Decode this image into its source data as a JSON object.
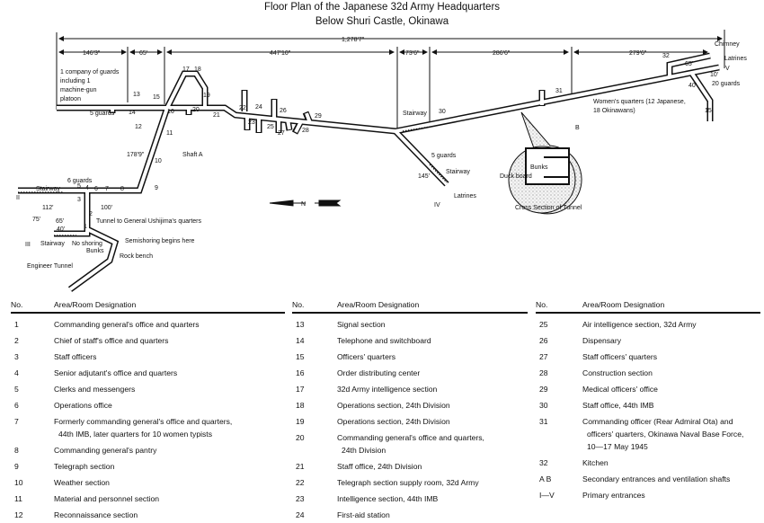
{
  "title": {
    "line1": "Floor Plan of the Japanese 32d Army Headquarters",
    "line2": "Below Shuri Castle, Okinawa"
  },
  "diagram": {
    "labels": {
      "dim_total": "1,278'7\"",
      "dim_146": "146'3\"",
      "dim_65": "65'",
      "dim_447": "447'10\"",
      "dim_73": "73'6\"",
      "dim_286": "286'6\"",
      "dim_279": "279'6\"",
      "guards_company_1": "1 company of guards",
      "guards_company_2": "including 1",
      "guards_company_3": "machine-gun",
      "guards_company_4": "platoon",
      "guards5a": "5 guards",
      "shaft_a": "Shaft A",
      "dim_178": "178'9\"",
      "guards6": "6 guards",
      "stairway1": "Stairway",
      "stairway2": "Stairway",
      "stairway3": "Stairway",
      "stairway4": "Stairway",
      "dim_112": "112'",
      "dim_100": "100'",
      "dim_75": "75'",
      "dim_65b": "65'",
      "dim_40": "40'",
      "tunnel_gen": "Tunnel to General Ushijima's quarters",
      "no_shoring": "No shoring",
      "semishoring": "Semishoring begins here",
      "bunks": "Bunks",
      "rock_bench": "Rock bench",
      "engineer_tunnel": "Engineer Tunnel",
      "north": "N",
      "entrance_ii": "II",
      "entrance_iii": "III",
      "entrance_iv": "IV",
      "entrance_v": "V",
      "entrance_b": "B",
      "guards5b": "5 guards",
      "dim_145": "145'",
      "latrines1": "Latrines",
      "latrines2": "Latrines",
      "chimney": "Chimney",
      "womens_1": "Women's quarters (12 Japanese,",
      "womens_2": "18 Okinawans)",
      "guards20": "20 guards",
      "dim_40b": "40'",
      "dim_15": "15'",
      "dim_10": "10'",
      "dim_65c": "65'",
      "bunks_cs": "Bunks",
      "duck_board": "Duck board",
      "cross_section": "Cross Section of Tunnel",
      "n1": "1",
      "n2": "2",
      "n3": "3",
      "n4": "4",
      "n5": "5",
      "n6": "6",
      "n7": "7",
      "n8": "8",
      "n9": "9",
      "n10": "10",
      "n11": "11",
      "n12": "12",
      "n13": "13",
      "n14": "14",
      "n15": "15",
      "n16": "16",
      "n17": "17",
      "n18": "18",
      "n19": "19",
      "n20": "20",
      "n21": "21",
      "n22": "22",
      "n23": "23",
      "n24": "24",
      "n25": "25",
      "n26": "26",
      "n27": "27",
      "n28": "28",
      "n29": "29",
      "n30": "30",
      "n31": "31",
      "n32": "32"
    }
  },
  "legend": {
    "header_no": "No.",
    "header_designation": "Area/Room Designation",
    "columns": [
      [
        {
          "no": "1",
          "text": "Commanding general's office and quarters"
        },
        {
          "no": "2",
          "text": "Chief of staff's office and quarters"
        },
        {
          "no": "3",
          "text": "Staff officers"
        },
        {
          "no": "4",
          "text": "Senior adjutant's office and quarters"
        },
        {
          "no": "5",
          "text": "Clerks and messengers"
        },
        {
          "no": "6",
          "text": "Operations office"
        },
        {
          "no": "7",
          "text": "Formerly commanding general's office and quarters,",
          "text2": "44th IMB, later quarters for 10 women typists"
        },
        {
          "no": "8",
          "text": "Commanding general's pantry"
        },
        {
          "no": "9",
          "text": "Telegraph section"
        },
        {
          "no": "10",
          "text": "Weather section"
        },
        {
          "no": "11",
          "text": "Material and personnel section"
        },
        {
          "no": "12",
          "text": "Reconnaissance section"
        }
      ],
      [
        {
          "no": "13",
          "text": "Signal section"
        },
        {
          "no": "14",
          "text": "Telephone and switchboard"
        },
        {
          "no": "15",
          "text": "Officers' quarters"
        },
        {
          "no": "16",
          "text": "Order distributing center"
        },
        {
          "no": "17",
          "text": "32d Army intelligence section"
        },
        {
          "no": "18",
          "text": "Operations section, 24th Division"
        },
        {
          "no": "19",
          "text": "Operations section, 24th Division"
        },
        {
          "no": "20",
          "text": "Commanding general's office and quarters,",
          "text2": "24th Division"
        },
        {
          "no": "21",
          "text": "Staff office, 24th Division"
        },
        {
          "no": "22",
          "text": "Telegraph section supply room, 32d Army"
        },
        {
          "no": "23",
          "text": "Intelligence section, 44th IMB"
        },
        {
          "no": "24",
          "text": "First-aid station"
        }
      ],
      [
        {
          "no": "25",
          "text": "Air intelligence section, 32d Army"
        },
        {
          "no": "26",
          "text": "Dispensary"
        },
        {
          "no": "27",
          "text": "Staff officers' quarters"
        },
        {
          "no": "28",
          "text": "Construction section"
        },
        {
          "no": "29",
          "text": "Medical officers' office"
        },
        {
          "no": "30",
          "text": "Staff office, 44th IMB"
        },
        {
          "no": "31",
          "text": "Commanding officer (Rear Admiral Ota) and",
          "text2": "officers' quarters, Okinawa Naval Base Force,",
          "text3": "10—17 May 1945"
        },
        {
          "no": "32",
          "text": "Kitchen"
        },
        {
          "no": "A  B",
          "text": "Secondary entrances and ventilation shafts"
        },
        {
          "no": "I—V",
          "text": "Primary entrances"
        }
      ]
    ]
  }
}
